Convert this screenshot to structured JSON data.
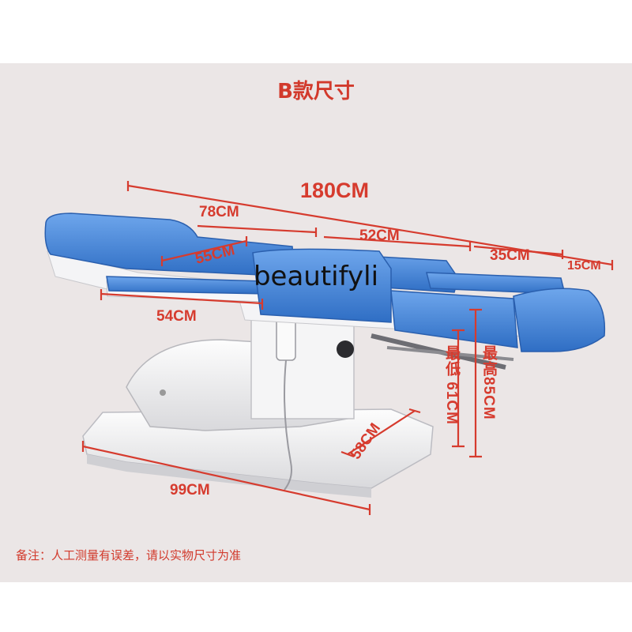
{
  "title": "B款尺寸",
  "watermark": "beautifyli",
  "dimensions": {
    "total_length": "180CM",
    "head_section": "78CM",
    "back_section": "52CM",
    "seat_section": "35CM",
    "leg_end": "15CM",
    "head_width": "55CM",
    "arm_rest": "54CM",
    "base_length": "99CM",
    "base_width": "58CM",
    "min_height": "最低 61CM",
    "max_height": "最高85CM"
  },
  "note": "备注：人工测量有误差，请以实物尺寸为准",
  "colors": {
    "upholstery": "#4a86d8",
    "frame": "#f2f2f2",
    "dimension_text": "#d63b2e"
  }
}
